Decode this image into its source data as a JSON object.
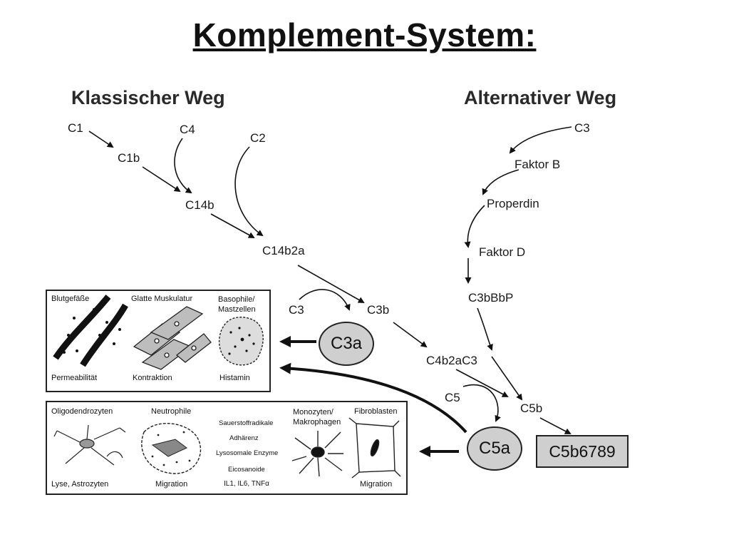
{
  "title": "Komplement-System:",
  "classical": {
    "heading": "Klassischer Weg",
    "c1": "C1",
    "c1b": "C1b",
    "c4": "C4",
    "c2": "C2",
    "c14b": "C14b",
    "c14b2a": "C14b2a"
  },
  "alternative": {
    "heading": "Alternativer Weg",
    "c3": "C3",
    "faktor_b": "Faktor B",
    "properdin": "Properdin",
    "faktor_d": "Faktor D",
    "c3bbbp": "C3bBbP"
  },
  "cascade": {
    "c3_left": "C3",
    "c3b": "C3b",
    "c3a": "C3a",
    "c4b2ac3": "C4b2aC3",
    "c5": "C5",
    "c5b": "C5b",
    "c5a": "C5a",
    "c5b6789": "C5b6789"
  },
  "box_top": {
    "col1_top": "Blutgefäße",
    "col1_bottom": "Permeabilität",
    "col2_top": "Glatte Muskulatur",
    "col2_bottom": "Kontraktion",
    "col3_top": "Basophile/\nMastzellen",
    "col3_bottom": "Histamin"
  },
  "box_bottom": {
    "col1_top": "Oligodendrozyten",
    "col1_bottom": "Lyse, Astrozyten",
    "col2_top": "Neutrophile",
    "col2_bottom": "Migration",
    "col3_items": [
      "Sauerstoffradikale",
      "Adhärenz",
      "Lysosomale Enzyme",
      "Eicosanoide",
      "IL1, IL6, TNFα"
    ],
    "col4_top": "Monozyten/\nMakrophagen",
    "col5_top": "Fibroblasten",
    "col5_bottom": "Migration"
  }
}
